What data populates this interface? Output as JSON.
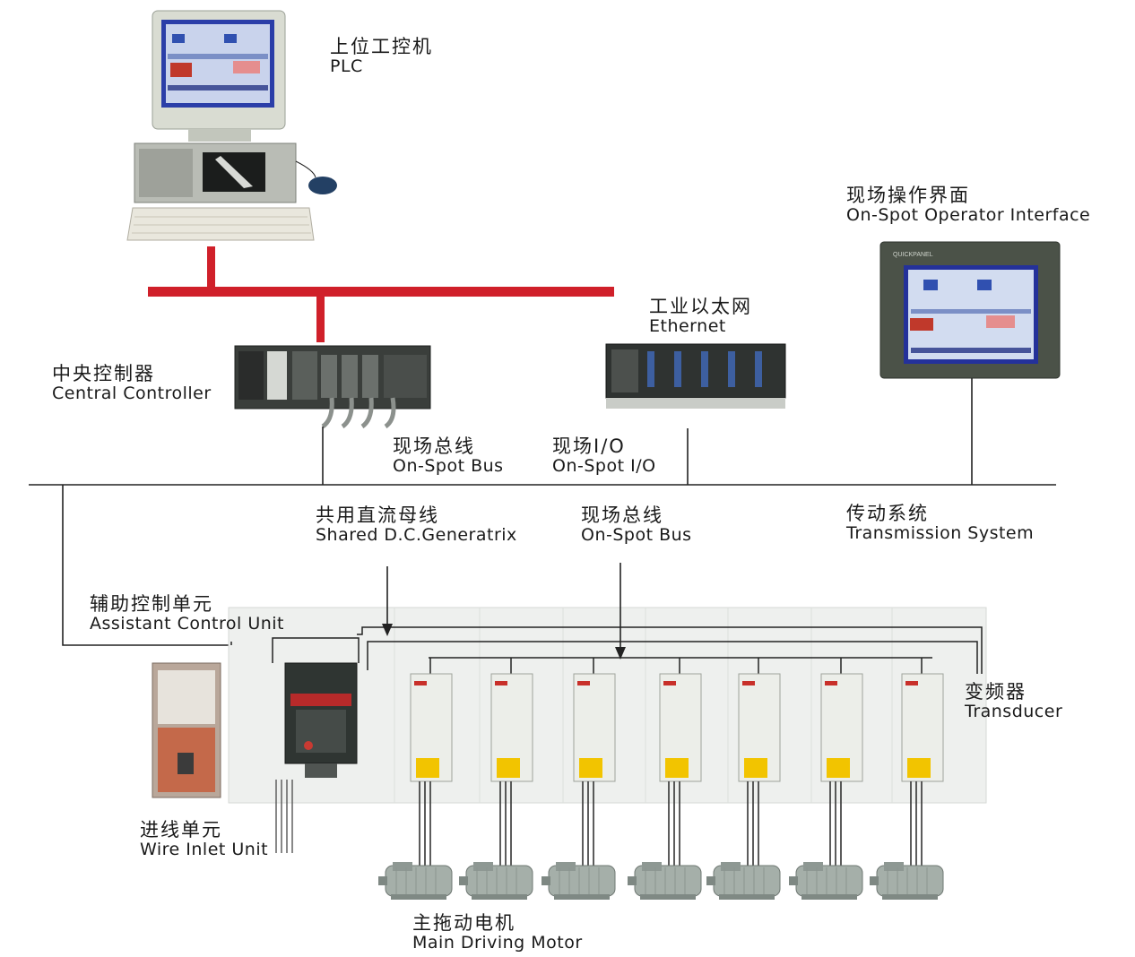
{
  "labels": {
    "plc": {
      "zh": "上位工控机",
      "en": "PLC"
    },
    "operator": {
      "zh": "现场操作界面",
      "en": "On-Spot Operator Interface"
    },
    "ethernet": {
      "zh": "工业以太网",
      "en": "Ethernet"
    },
    "central": {
      "zh": "中央控制器",
      "en": "Central Controller"
    },
    "spotbus1": {
      "zh": "现场总线",
      "en": "On-Spot Bus"
    },
    "spotio": {
      "zh": "现场I/O",
      "en": "On-Spot I/O"
    },
    "dcbus": {
      "zh": "共用直流母线",
      "en": "Shared D.C.Generatrix"
    },
    "spotbus2": {
      "zh": "现场总线",
      "en": "On-Spot Bus"
    },
    "transmission": {
      "zh": "传动系统",
      "en": "Transmission System"
    },
    "assistant": {
      "zh": "辅助控制单元",
      "en": "Assistant Control Unit"
    },
    "transducer": {
      "zh": "变频器",
      "en": "Transducer"
    },
    "inlet": {
      "zh": "进线单元",
      "en": "Wire Inlet Unit"
    },
    "motor": {
      "zh": "主拖动电机",
      "en": "Main Driving Motor"
    }
  },
  "panel_brand": "QUICKPANEL",
  "colors": {
    "ethernet": "#d0202a",
    "bus": "#222222",
    "cabinet": "#e9ece9"
  }
}
